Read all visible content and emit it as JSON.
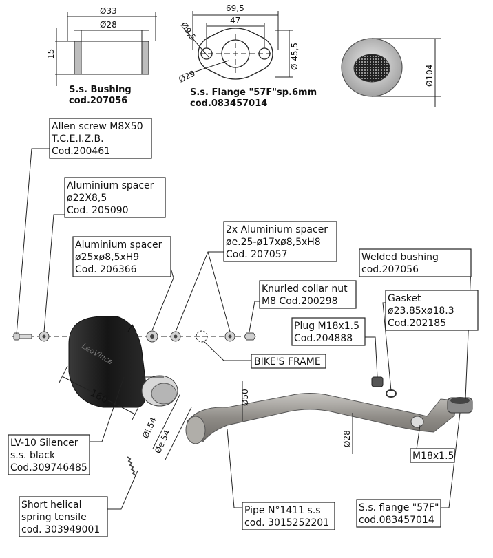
{
  "top_parts": {
    "bushing": {
      "dim_outer": "Ø33",
      "dim_inner": "Ø28",
      "dim_height": "15",
      "title": "S.s. Bushing",
      "code": "cod.207056"
    },
    "flange": {
      "dim_width": "69,5",
      "dim_center": "47",
      "dim_hole": "Ø9,5",
      "dim_height": "Ø 45,5",
      "dim_bore": "Ø29",
      "title": "S.s. Flange \"57F\"sp.6mm",
      "code": "cod.083457014"
    },
    "silencer_end": {
      "dim_diameter": "Ø104"
    }
  },
  "callouts": {
    "allen_screw": [
      "Allen screw M8X50",
      "T.C.E.I.Z.B.",
      "Cod.200461"
    ],
    "alu_spacer_1": [
      "Aluminium spacer",
      "ø22X8,5",
      "Cod. 205090"
    ],
    "alu_spacer_2": [
      "Aluminium spacer",
      "ø25xø8,5xH9",
      "Cod. 206366"
    ],
    "alu_spacer_3": [
      "2x Aluminium spacer",
      "øe.25-ø17xø8,5xH8",
      "Cod. 207057"
    ],
    "collar_nut": [
      "Knurled collar nut",
      "M8 Cod.200298"
    ],
    "plug": [
      "Plug M18x1.5",
      "Cod.204888"
    ],
    "gasket": [
      "Gasket",
      "ø23.85xø18.3",
      "Cod.202185"
    ],
    "welded_bushing": [
      "Welded bushing",
      "cod.207056"
    ],
    "bikes_frame": [
      "BIKE'S FRAME"
    ],
    "silencer": [
      "LV-10 Silencer",
      "s.s. black",
      "Cod.309746485"
    ],
    "spring": [
      "Short helical",
      "spring tensile",
      "cod. 303949001"
    ],
    "pipe": [
      "Pipe N°1411 s.s",
      "cod. 3015252201"
    ],
    "flange_bottom": [
      "S.s. flange \"57F\"",
      "cod.083457014"
    ],
    "m18": [
      "M18x1.5"
    ]
  },
  "dims": {
    "silencer_len": "160",
    "inlet_i": "Øi.54",
    "inlet_e": "Øe.54",
    "pipe_50": "Ø50",
    "pipe_28": "Ø28"
  },
  "colors": {
    "silencer_body": "#1c1c1c",
    "pipe": "#9a9792",
    "steel": "#c9c9c9"
  }
}
